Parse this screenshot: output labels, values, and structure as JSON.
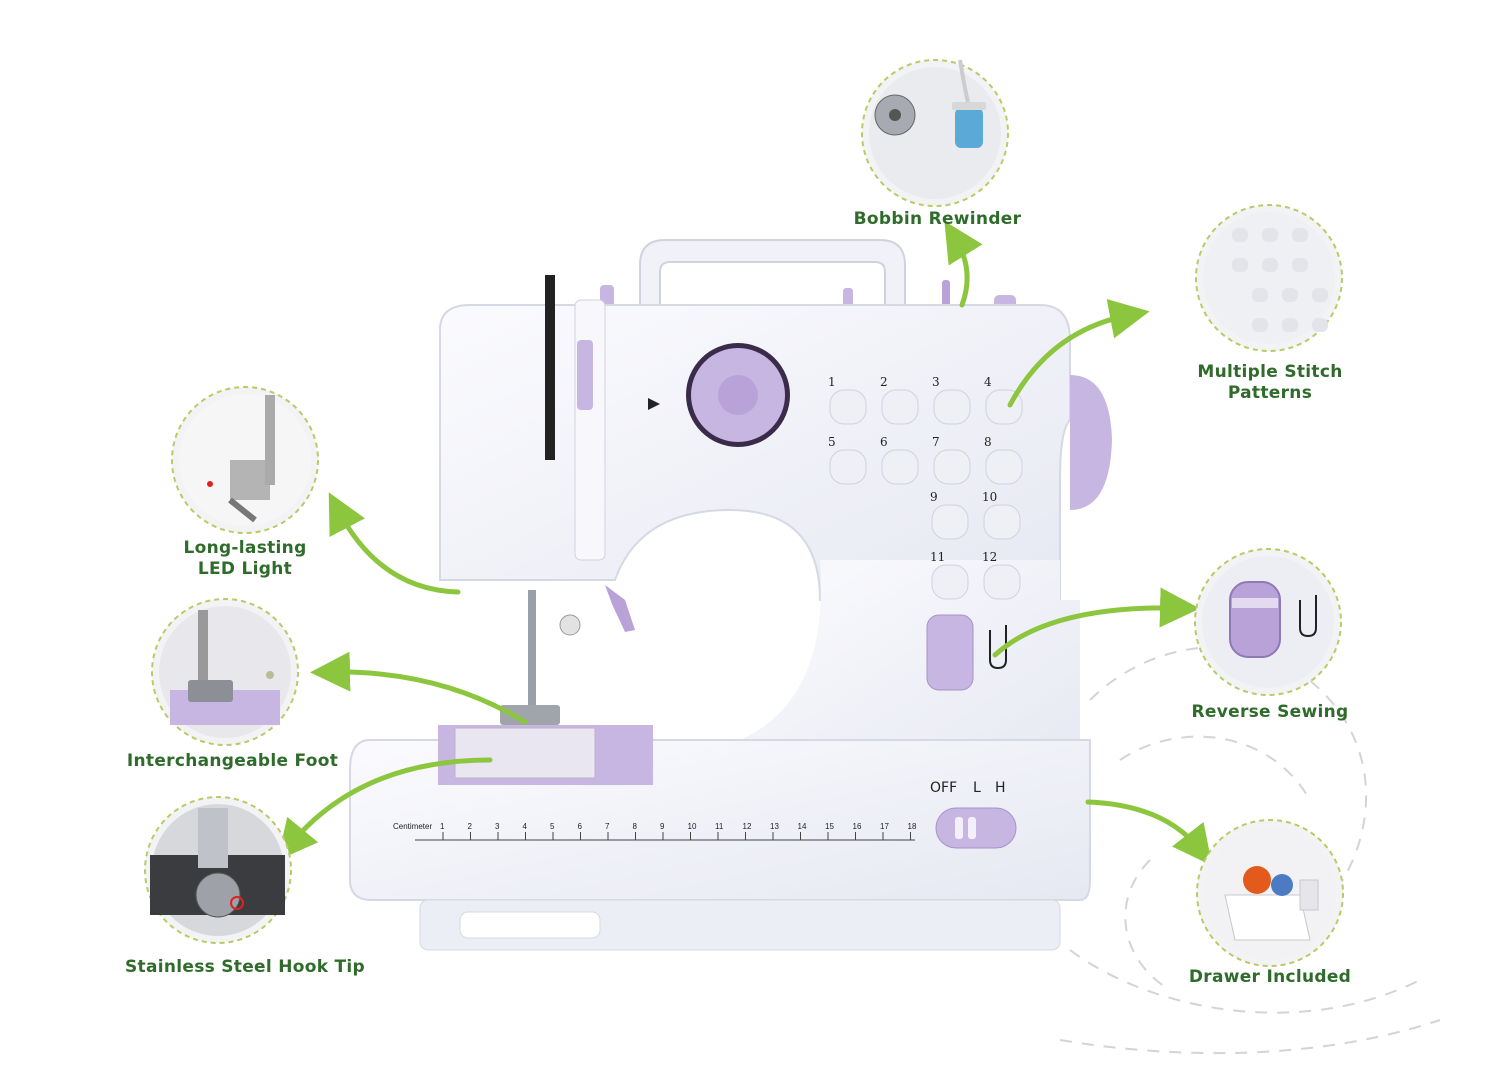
{
  "colors": {
    "label_green": "#2f6b2a",
    "arrow_green": "#8cc63f",
    "accent_lilac": "#c8b6e2",
    "machine_body": "#f4f5fb",
    "ring_dash": "#b6cc66"
  },
  "labels": {
    "bobbin_rewinder": "Bobbin Rewinder",
    "stitch_line1": "Multiple Stitch",
    "stitch_line2": "Patterns",
    "led_line1": "Long-lasting",
    "led_line2": "LED Light",
    "foot": "Interchangeable Foot",
    "reverse": "Reverse Sewing",
    "hook": "Stainless Steel Hook Tip",
    "drawer": "Drawer Included"
  },
  "machine": {
    "stitch_numbers": [
      "1",
      "2",
      "3",
      "4",
      "5",
      "6",
      "7",
      "8",
      "9",
      "10",
      "11",
      "12"
    ],
    "switch_off": "OFF",
    "switch_l": "L",
    "switch_h": "H",
    "ruler_label": "Centimeter",
    "ruler_ticks": [
      "1",
      "2",
      "3",
      "4",
      "5",
      "6",
      "7",
      "8",
      "9",
      "10",
      "11",
      "12",
      "13",
      "14",
      "15",
      "16",
      "17",
      "18"
    ]
  },
  "icons": {
    "bobbin": "bobbin-closeup-icon",
    "stitch_chart": "stitch-chart-closeup-icon",
    "led": "led-light-closeup-icon",
    "foot": "presser-foot-closeup-icon",
    "reverse": "reverse-lever-closeup-icon",
    "hook": "hook-closeup-icon",
    "drawer": "drawer-closeup-icon"
  }
}
